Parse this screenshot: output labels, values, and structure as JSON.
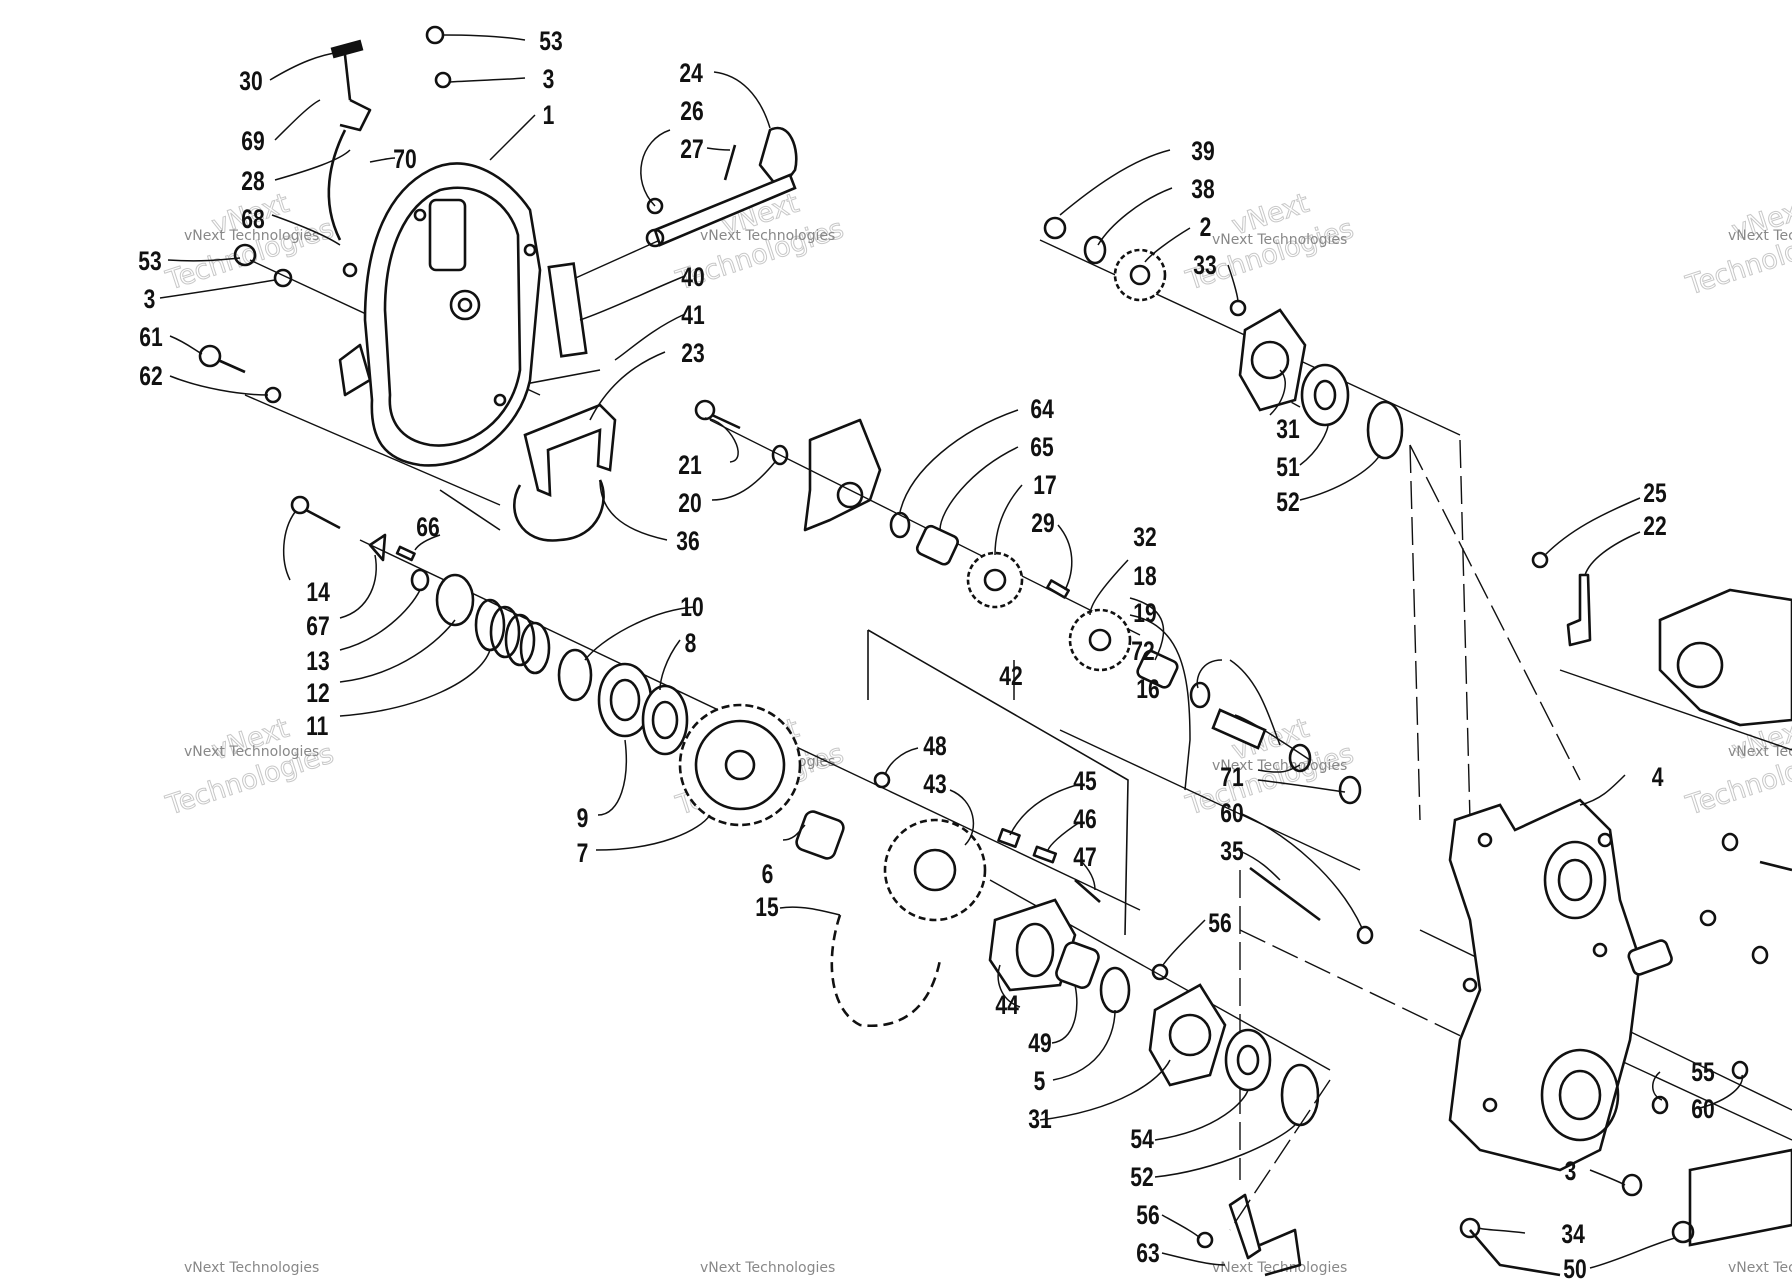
{
  "diagram": {
    "watermark": {
      "line1": "vNext",
      "line2": "Technologies",
      "small": "vNext Technologies"
    },
    "callouts": {
      "c53a": "53",
      "c3a": "3",
      "c1": "1",
      "c30": "30",
      "c69": "69",
      "c70": "70",
      "c28": "28",
      "c68": "68",
      "c53b": "53",
      "c3b": "3",
      "c61": "61",
      "c62": "62",
      "c24": "24",
      "c26": "26",
      "c27": "27",
      "c40": "40",
      "c41": "41",
      "c23": "23",
      "c36": "36",
      "c39": "39",
      "c38": "38",
      "c2": "2",
      "c33": "33",
      "c31a": "31",
      "c51": "51",
      "c52a": "52",
      "c64": "64",
      "c65": "65",
      "c17": "17",
      "c29": "29",
      "c21": "21",
      "c20": "20",
      "c66": "66",
      "c14": "14",
      "c67": "67",
      "c13": "13",
      "c12": "12",
      "c11": "11",
      "c10": "10",
      "c8": "8",
      "c9": "9",
      "c7": "7",
      "c32": "32",
      "c18": "18",
      "c19": "19",
      "c72": "72",
      "c16": "16",
      "c71": "71",
      "c25": "25",
      "c22": "22",
      "c42": "42",
      "c48": "48",
      "c43": "43",
      "c45": "45",
      "c46": "46",
      "c47": "47",
      "c6": "6",
      "c15": "15",
      "c44": "44",
      "c49": "49",
      "c5": "5",
      "c31b": "31",
      "c4": "4",
      "c60a": "60",
      "c35": "35",
      "c56a": "56",
      "c54": "54",
      "c52b": "52",
      "c55": "55",
      "c60b": "60",
      "c3c": "3",
      "c34": "34",
      "c56b": "56",
      "c63": "63",
      "c50": "50"
    }
  }
}
